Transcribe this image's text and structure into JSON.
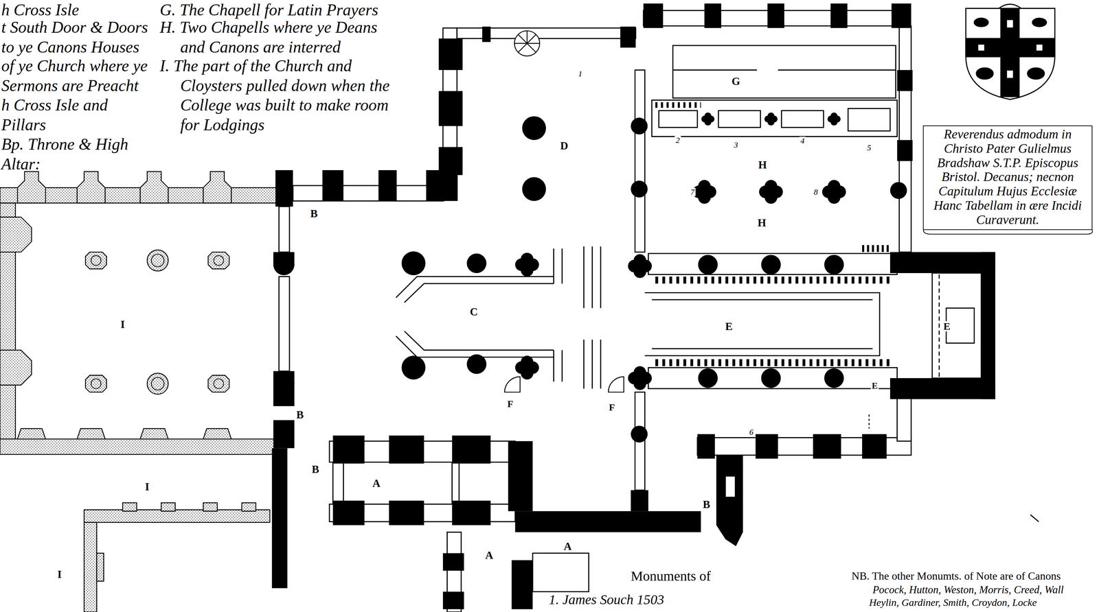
{
  "diagram": {
    "nodes": [
      {
        "text": [
          "Reverendus admodum in Christo Pater Gulielmus Bradshaw S.T.P. Episcopus Bristol. Decanus; necnon Capitulum Hujus Ecclesiæ Hanc Tabellam in ære Incidi Curaverunt."
        ]
      }
    ],
    "labels": [
      "h Cross Isle",
      "t South Door & Doors to ye Canons Houses",
      "of ye Church where ye Sermons are Preacht",
      "h Cross Isle and Pillars",
      "Bp. Throne & High Altar:",
      "G. The Chapell for Latin Prayers",
      "H. Two Chapells where ye Deans and Canons are interred",
      "I. The part of the Church and Cloysters pulled down when the College was built to make room for Lodgings",
      "I",
      "I",
      "I",
      "B",
      "B",
      "B",
      "B",
      "A",
      "A",
      "A",
      "C",
      "D",
      "E",
      "E",
      "E",
      "F",
      "F",
      "G",
      "H",
      "H",
      "1",
      "2",
      "3",
      "4",
      "5",
      "6",
      "7",
      "8",
      "Monuments of",
      "1. James Souch 1503",
      "NB. The other Monumts. of Note are of Canons",
      "Pocock, Hutton, Weston, Morris, Creed, Wall",
      "Heylin, Gardiner, Smith, Croydon, Locke"
    ]
  }
}
